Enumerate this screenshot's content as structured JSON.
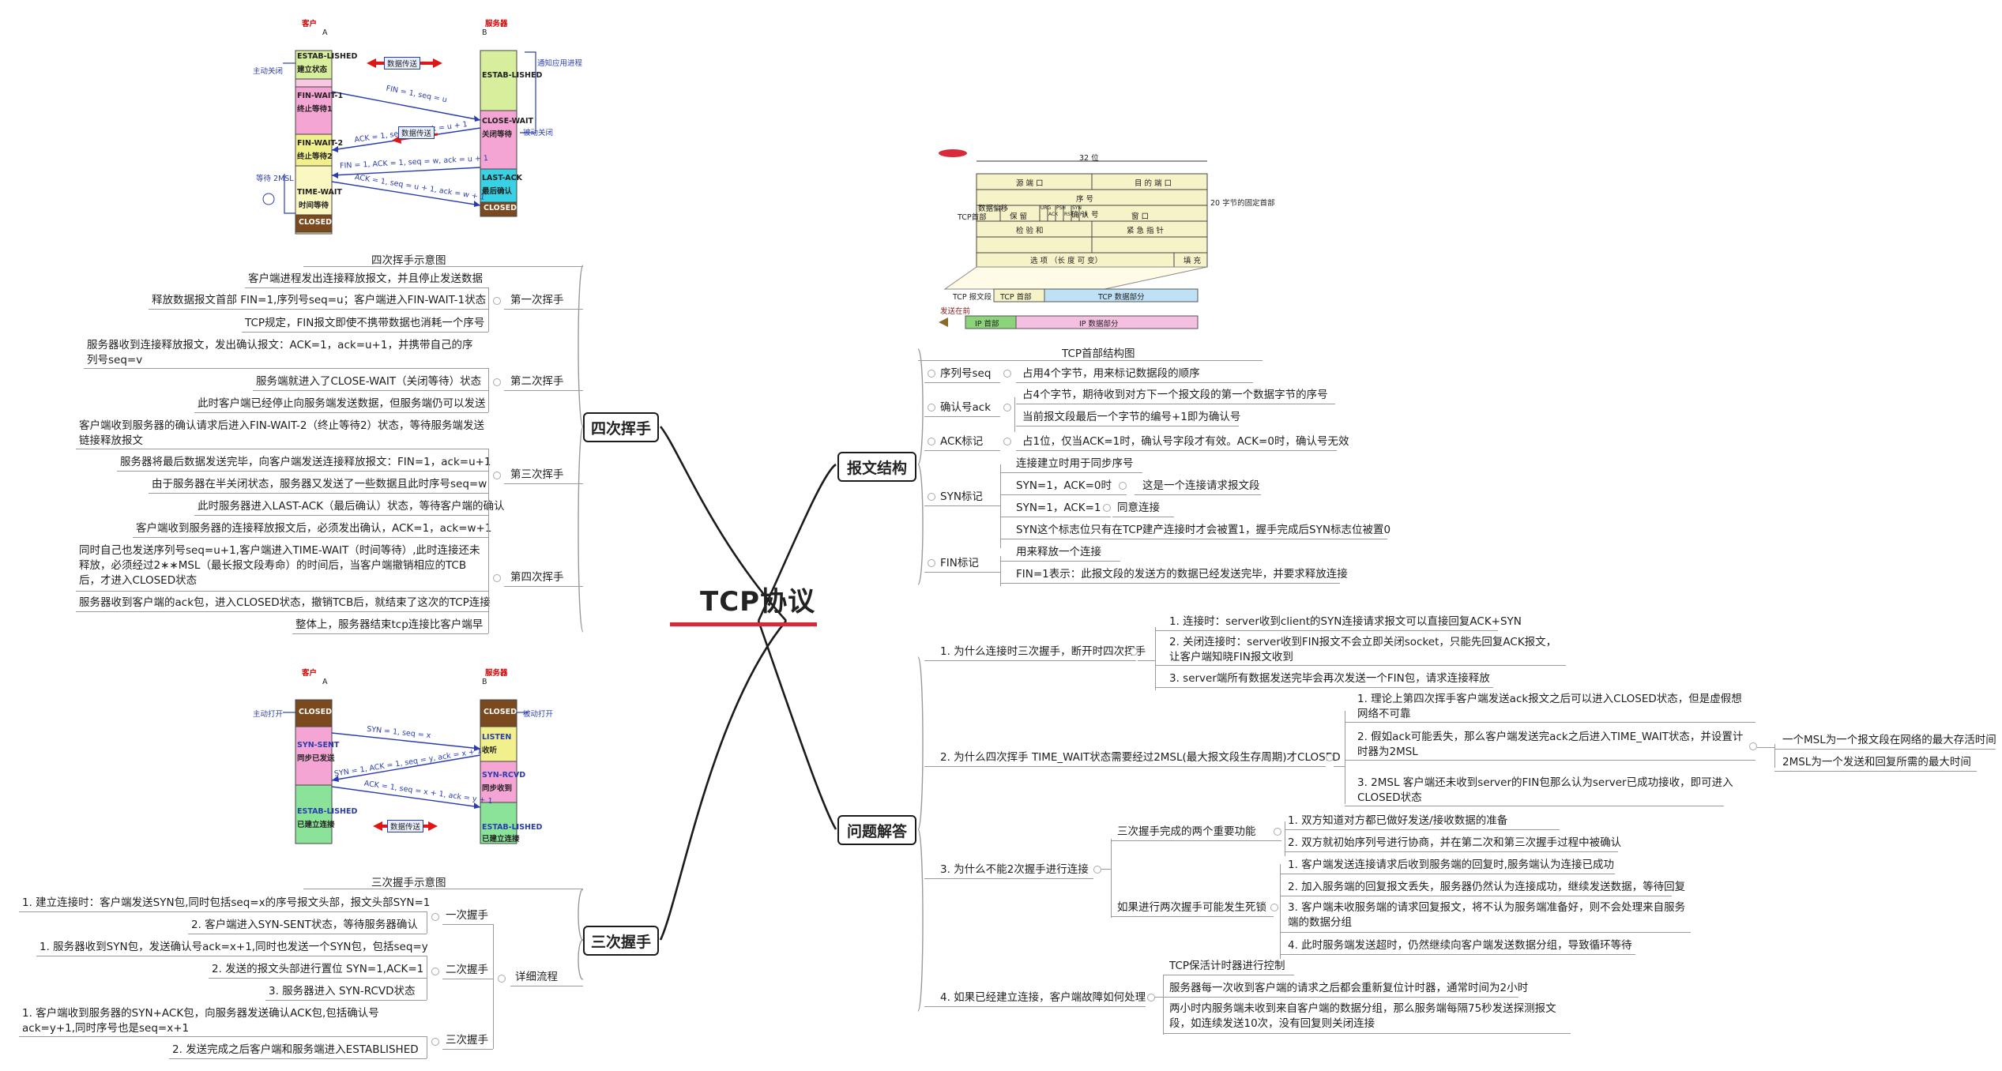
{
  "root": {
    "title": "TCP协议"
  },
  "branches": {
    "four": "四次挥手",
    "three": "三次握手",
    "struct": "报文结构",
    "qa": "问题解答"
  },
  "four": {
    "caption": "四次挥手示意图",
    "lbl1": "第一次挥手",
    "lbl2": "第二次挥手",
    "lbl3": "第三次挥手",
    "lbl4": "第四次挥手",
    "items": [
      "客户端进程发出连接释放报文，并且停止发送数据",
      "释放数据报文首部 FIN=1,序列号seq=u；客户端进入FIN-WAIT-1状态",
      "TCP规定，FIN报文即使不携带数据也消耗一个序号",
      "服务器收到连接释放报文，发出确认报文：ACK=1，ack=u+1，并携带自己的序列号seq=v",
      "服务端就进入了CLOSE-WAIT（关闭等待）状态",
      "此时客户端已经停止向服务端发送数据，但服务端仍可以发送",
      "客户端收到服务器的确认请求后进入FIN-WAIT-2（终止等待2）状态，等待服务端发送链接释放报文",
      "服务器将最后数据发送完毕，向客户端发送连接释放报文：FIN=1，ack=u+1",
      "由于服务器在半关闭状态，服务器又发送了一些数据且此时序号seq=w",
      "此时服务器进入LAST-ACK（最后确认）状态，等待客户端的确认",
      "客户端收到服务器的连接释放报文后，必须发出确认，ACK=1，ack=w+1",
      "同时自己也发送序列号seq=u+1,客户端进入TIME-WAIT（时间等待）,此时连接还未释放，必须经过2∗∗MSL（最长报文段寿命）的时间后，当客户端撤销相应的TCB后，才进入CLOSED状态",
      "服务器收到客户端的ack包，进入CLOSED状态，撤销TCB后，就结束了这次的TCP连接",
      "整体上，服务器结束tcp连接比客户端早"
    ]
  },
  "three": {
    "caption": "三次握手示意图",
    "lbl1": "一次握手",
    "lbl2": "二次握手",
    "lbl3": "三次握手",
    "flow": "详细流程",
    "items": [
      "1. 建立连接时：客户端发送SYN包,同时包括seq=x的序号报文头部，报文头部SYN=1",
      "2. 客户端进入SYN-SENT状态，等待服务器确认",
      "1. 服务器收到SYN包，发送确认号ack=x+1,同时也发送一个SYN包，包括seq=y",
      "2. 发送的报文头部进行置位 SYN=1,ACK=1",
      "3. 服务器进入 SYN-RCVD状态",
      "1. 客户端收到服务器的SYN+ACK包，向服务器发送确认ACK包,包括确认号ack=y+1,同时序号也是seq=x+1",
      "2. 发送完成之后客户端和服务端进入ESTABLISHED"
    ]
  },
  "struct": {
    "caption": "TCP首部结构图",
    "seq": "序列号seq",
    "seq_d": "占用4个字节，用来标记数据段的顺序",
    "ack": "确认号ack",
    "ack_d1": "占4个字节，期待收到对方下一个报文段的第一个数据字节的序号",
    "ack_d2": "当前报文段最后一个字节的编号+1即为确认号",
    "ackf": "ACK标记",
    "ackf_d": "占1位，仅当ACK=1时，确认号字段才有效。ACK=0时，确认号无效",
    "syn": "SYN标记",
    "syn_d1": "连接建立时用于同步序号",
    "syn_d2": "SYN=1，ACK=0时",
    "syn_d2b": "这是一个连接请求报文段",
    "syn_d3": "SYN=1，ACK=1",
    "syn_d3b": "同意连接",
    "syn_d4": "SYN这个标志位只有在TCP建产连接时才会被置1，握手完成后SYN标志位被置0",
    "fin": "FIN标记",
    "fin_d1": "用来释放一个连接",
    "fin_d2": "FIN=1表示：此报文段的发送方的数据已经发送完毕，并要求释放连接"
  },
  "qa": {
    "q1": "1. 为什么连接时三次握手，断开时四次挥手",
    "q1a": "1. 连接时：server收到client的SYN连接请求报文可以直接回复ACK+SYN",
    "q1b": "2. 关闭连接时：server收到FIN报文不会立即关闭socket，只能先回复ACK报文，让客户端知晓FIN报文收到",
    "q1c": "3. server端所有数据发送完毕会再次发送一个FIN包，请求连接释放",
    "q2": "2. 为什么四次挥手 TIME_WAIT状态需要经过2MSL(最大报文段生存周期)才CLOSED",
    "q2a": "1. 理论上第四次挥手客户端发送ack报文之后可以进入CLOSED状态，但是虚假想网络不可靠",
    "q2b": "2. 假如ack可能丢失，那么客户端发送完ack之后进入TIME_WAIT状态，并设置计时器为2MSL",
    "q2b1": "一个MSL为一个报文段在网络的最大存活时间",
    "q2b2": "2MSL为一个发送和回复所需的最大时间",
    "q2c": "3. 2MSL 客户端还未收到server的FIN包那么认为server已成功接收，即可进入CLOSED状态",
    "q3": "3. 为什么不能2次握手进行连接",
    "q3a": "三次握手完成的两个重要功能",
    "q3a1": "1. 双方知道对方都已做好发送/接收数据的准备",
    "q3a2": "2. 双方就初始序列号进行协商，并在第二次和第三次握手过程中被确认",
    "q3b": "如果进行两次握手可能发生死锁",
    "q3b1": "1. 客户端发送连接请求后收到服务端的回复时,服务端认为连接已成功",
    "q3b2": "2. 加入服务端的回复报文丢失，服务器仍然认为连接成功，继续发送数据，等待回复",
    "q3b3": "3. 客户端未收服务端的请求回复报文，将不认为服务端准备好，则不会处理来自服务端的数据分组",
    "q3b4": "4. 此时服务端发送超时，仍然继续向客户端发送数据分组，导致循环等待",
    "q4": "4. 如果已经建立连接，客户端故障如何处理",
    "q4a": "TCP保活计时器进行控制",
    "q4b": "服务器每一次收到客户端的请求之后都会重新复位计时器，通常时间为2小时",
    "q4c": "两小时内服务端未收到来自客户端的数据分组，那么服务端每隔75秒发送探测报文段，如连续发送10次，没有回复则关闭连接"
  },
  "fig_wave": {
    "client": "客户",
    "server": "服务器",
    "a": "A",
    "b": "B",
    "active_close": "主动关闭",
    "passive_close": "被动关闭",
    "notify": "通知应用进程",
    "estab": "ESTAB-LISHED",
    "estab_c": "建立状态",
    "data_tx": "数据传送",
    "finwait1": "FIN-WAIT-1",
    "finwait1_c": "终止等待1",
    "finwait2": "FIN-WAIT-2",
    "finwait2_c": "终止等待2",
    "closewait": "CLOSE-WAIT",
    "closewait_c": "关闭等待",
    "lastack": "LAST-ACK",
    "lastack_c": "最后确认",
    "timewait": "TIME-WAIT",
    "timewait_c": "时间等待",
    "closed": "CLOSED",
    "wait2msl": "等待 2MSL",
    "m1": "FIN = 1, seq = u",
    "m2": "ACK = 1, seq = v, ack = u + 1",
    "m3": "FIN = 1, ACK = 1, seq = w, ack = u + 1",
    "m4": "ACK = 1, seq = u + 1, ack = w + 1"
  },
  "fig_shake": {
    "client": "客户",
    "server": "服务器",
    "a": "A",
    "b": "B",
    "active_open": "主动打开",
    "passive_open": "被动打开",
    "closed": "CLOSED",
    "synsent": "SYN-SENT",
    "synsent_c": "同步已发送",
    "listen": "LISTEN",
    "listen_c": "收听",
    "synrcvd": "SYN-RCVD",
    "synrcvd_c": "同步收到",
    "estab": "ESTAB-LISHED",
    "estab_c": "已建立连接",
    "data_tx": "数据传送",
    "m1": "SYN = 1, seq = x",
    "m2": "SYN = 1, ACK = 1, seq = y, ack = x + 1",
    "m3": "ACK = 1, seq = x + 1, ack = y + 1"
  },
  "fig_header": {
    "bits": "32 位",
    "src_port": "源 端 口",
    "dst_port": "目 的 端 口",
    "seq": "序    号",
    "ack": "确 认 号",
    "offset": "数据偏移",
    "reserved": "保 留",
    "window": "窗    口",
    "checksum": "检 验 和",
    "urgent": "紧 急 指 针",
    "options": "选 项 （长 度 可 变）",
    "padding": "填 充",
    "fixed": "20 字节的固定首部",
    "tcp_hdr": "TCP首部",
    "tcp_seg": "TCP 报文段",
    "tcp_head": "TCP 首部",
    "tcp_data": "TCP 数据部分",
    "ip_hdr": "IP 首部",
    "ip_data": "IP 数据部分",
    "send_dir": "发送在前",
    "flags": [
      "URG",
      "ACK",
      "PSH",
      "RST",
      "SYN",
      "FIN"
    ]
  },
  "colors": {
    "accent": "#d6293a",
    "line": "#9a9a9a",
    "dark": "#1b1b1b"
  }
}
